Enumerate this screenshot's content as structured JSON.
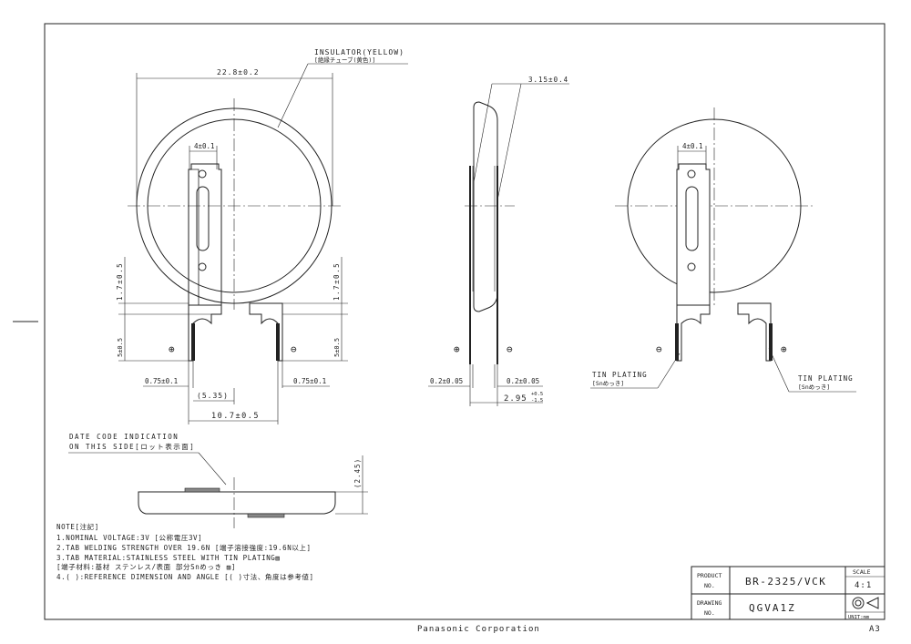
{
  "front": {
    "insulator_label": "INSULATOR(YELLOW)",
    "insulator_label_jp": "[絶縁チューブ(黄色)]",
    "dim_diameter": "22.8±0.2",
    "dim_tab_width": "4±0.1",
    "dim_left_17": "1.7±0.5",
    "dim_right_17": "1.7±0.5",
    "dim_left_5": "5±0.5",
    "dim_right_5": "5±0.5",
    "dim_left_075": "0.75±0.1",
    "dim_right_075": "0.75±0.1",
    "dim_535": "(5.35)",
    "dim_107": "10.7±0.5",
    "plus": "⊕",
    "minus": "⊖"
  },
  "side": {
    "dim_315": "3.15±0.4",
    "dim_left_02": "0.2±0.05",
    "dim_right_02": "0.2±0.05",
    "dim_295": "2.95",
    "dim_295_tol_top": "+0.5",
    "dim_295_tol_bot": "-1.5",
    "plus": "⊕",
    "minus": "⊖"
  },
  "back": {
    "dim_tab_width": "4±0.1",
    "tin_left": "TIN PLATING",
    "tin_left_jp": "[Snめっき]",
    "tin_right": "TIN PLATING",
    "tin_right_jp": "[Snめっき]",
    "plus": "⊕",
    "minus": "⊖"
  },
  "bottom": {
    "date_code_1": "DATE CODE INDICATION",
    "date_code_2": "ON THIS SIDE[ロット表示面]",
    "dim_245": "(2.45)"
  },
  "notes": {
    "title": "NOTE[注記]",
    "n1": "1.NOMINAL VOLTAGE:3V [公称電圧3V]",
    "n2": "2.TAB WELDING STRENGTH OVER 19.6N [端子溶接強度:19.6N以上]",
    "n3": "3.TAB MATERIAL:STAINLESS STEEL WITH TIN PLATING▨",
    "n3b": "[端子材料:基材 ステンレス/表面 部分Snめっき ▨]",
    "n4": "4.( ):REFERENCE DIMENSION AND ANGLE [( )寸法、角度は参考値]"
  },
  "titleblock": {
    "product_label_1": "PRODUCT",
    "product_label_2": "NO.",
    "product_value": "BR-2325/VCK",
    "drawing_label_1": "DRAWING",
    "drawing_label_2": "NO.",
    "drawing_value": "QGVA1Z",
    "scale_label": "SCALE",
    "scale_value": "4:1",
    "unit_label": "UNIT:mm"
  },
  "footer": {
    "company": "Panasonic Corporation",
    "sheet": "A3"
  }
}
